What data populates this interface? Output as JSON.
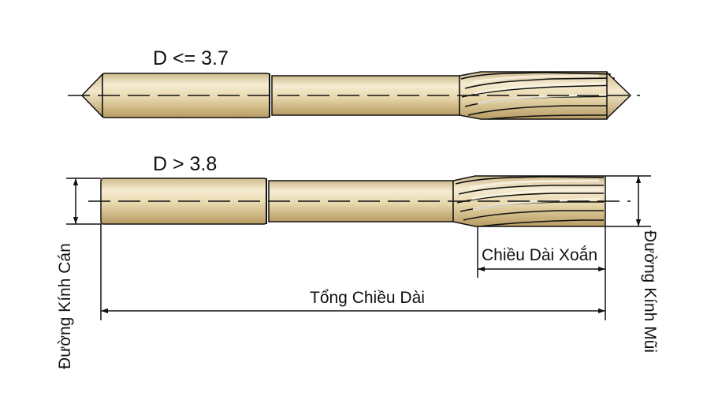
{
  "reamer_small": {
    "label": "D <= 3.7"
  },
  "reamer_large": {
    "label": "D > 3.8"
  },
  "dimensions": {
    "shank_diameter": "Đường Kính Cán",
    "tip_diameter": "Đường Kính Mũi",
    "flute_length": "Chiều Dài Xoắn",
    "total_length": "Tổng Chiều Dài"
  },
  "colors": {
    "body_light": "#f3e7c9",
    "body_mid": "#e2d09e",
    "body_dark": "#b89a5e",
    "outline": "#111111"
  }
}
